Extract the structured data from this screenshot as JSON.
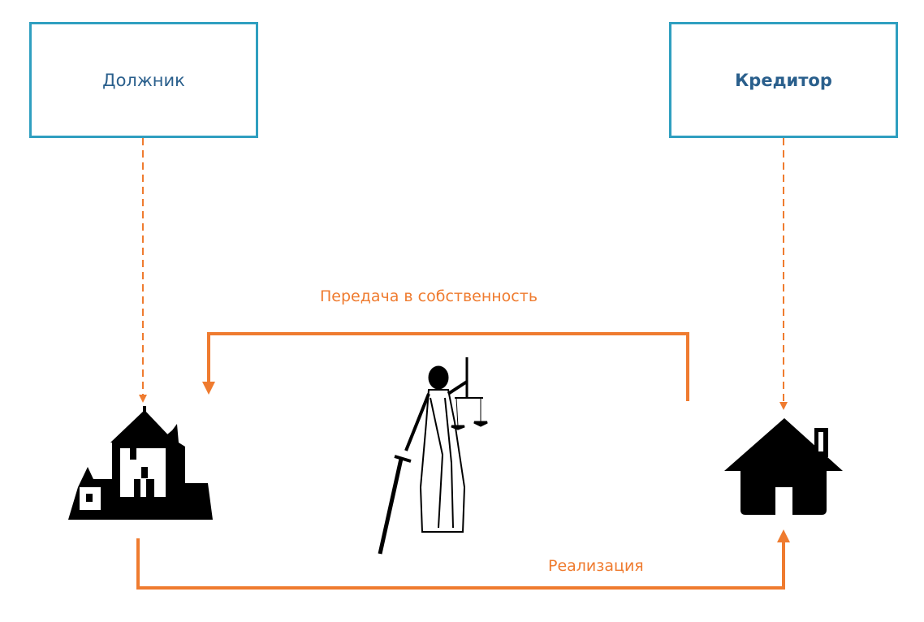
{
  "nodes": {
    "debtor": {
      "label": "Должник"
    },
    "creditor": {
      "label": "Кредитор"
    }
  },
  "edges": {
    "transfer": {
      "label": "Передача в собственность"
    },
    "sale": {
      "label": "Реализация"
    }
  },
  "colors": {
    "box_border": "#2f9fc0",
    "box_text": "#2a5f8c",
    "arrow": "#ef7b2f"
  }
}
